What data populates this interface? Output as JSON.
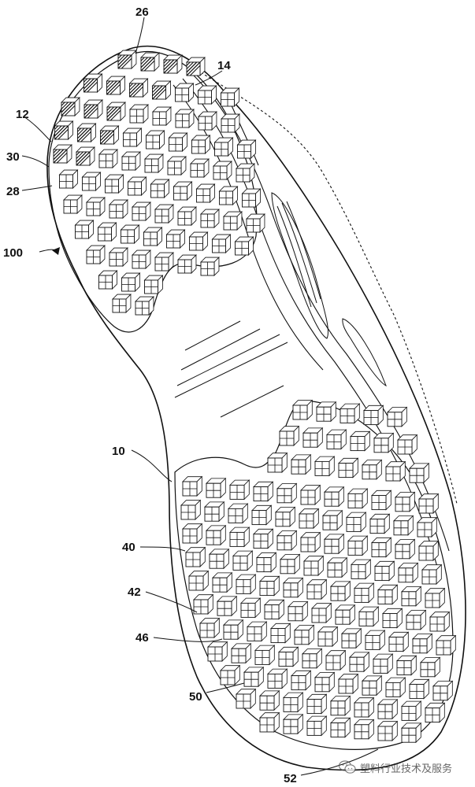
{
  "figure": {
    "reference_numerals": [
      {
        "id": "ref-26",
        "text": "26"
      },
      {
        "id": "ref-14",
        "text": "14"
      },
      {
        "id": "ref-12",
        "text": "12"
      },
      {
        "id": "ref-30",
        "text": "30"
      },
      {
        "id": "ref-28",
        "text": "28"
      },
      {
        "id": "ref-100",
        "text": "100"
      },
      {
        "id": "ref-10",
        "text": "10"
      },
      {
        "id": "ref-40",
        "text": "40"
      },
      {
        "id": "ref-42",
        "text": "42"
      },
      {
        "id": "ref-46",
        "text": "46"
      },
      {
        "id": "ref-50",
        "text": "50"
      },
      {
        "id": "ref-52",
        "text": "52"
      }
    ]
  },
  "watermark": {
    "icon": "wechat-icon",
    "text": "塑料行业技术及服务"
  }
}
